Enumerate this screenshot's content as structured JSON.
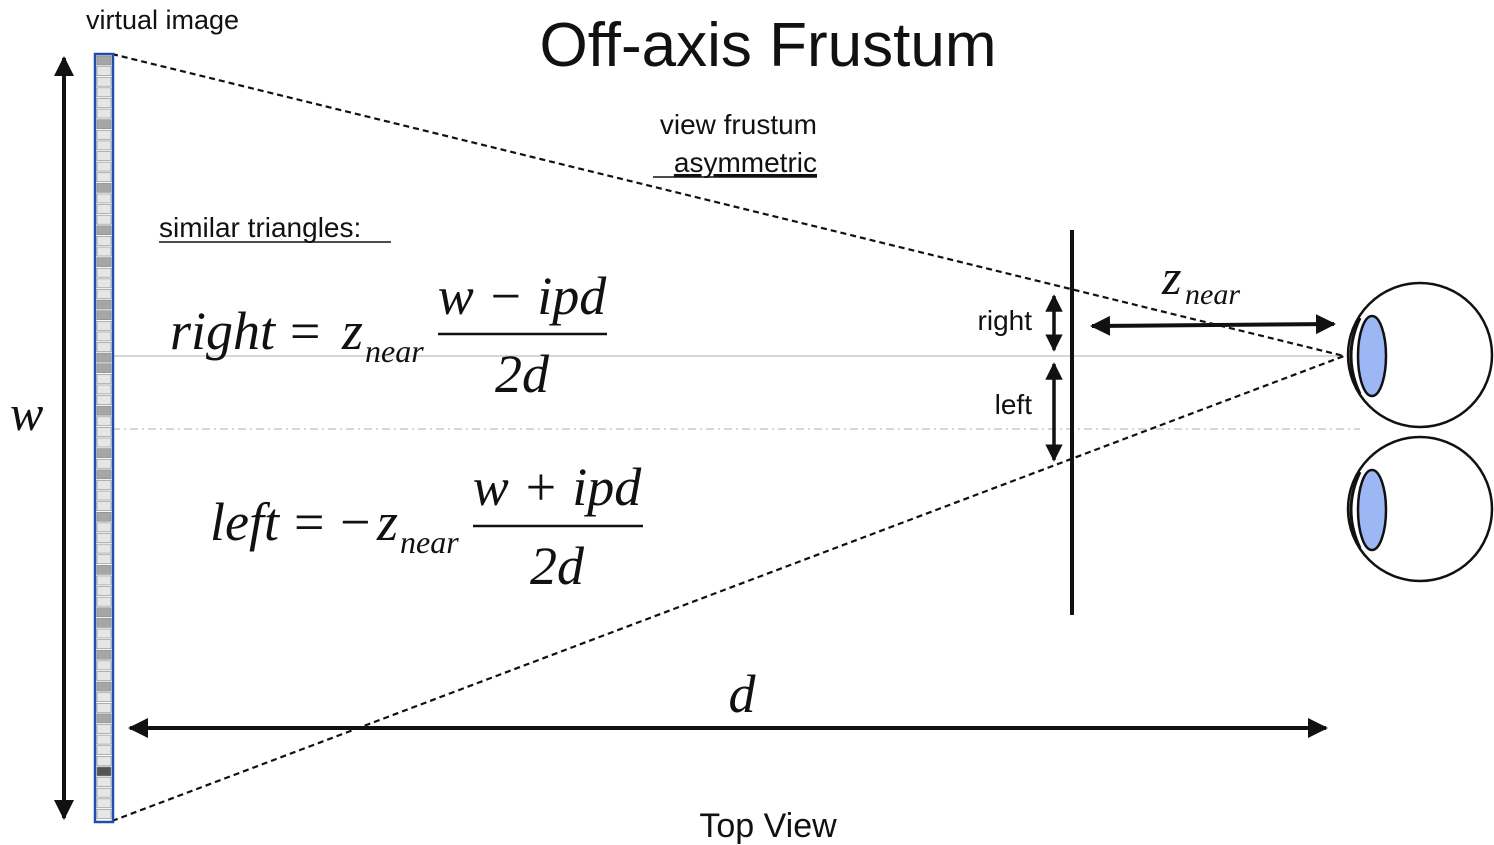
{
  "title": "Off-axis Frustum",
  "labels": {
    "virtual_image": "virtual image",
    "view_frustum": "view frustum",
    "asymmetric": "asymmetric",
    "similar_triangles": "similar triangles:",
    "right": "right",
    "left": "left",
    "top_view": "Top View",
    "w": "w",
    "d": "d",
    "z": "z",
    "near": "near"
  },
  "equations": {
    "right": {
      "lhs": "right",
      "equals": "=",
      "minus_sign": "",
      "z": "z",
      "sub": "near",
      "numerator": "w − ipd",
      "denominator": "2d"
    },
    "left": {
      "lhs": "left",
      "equals": "=",
      "minus_sign": "−",
      "z": "z",
      "sub": "near",
      "numerator": "w + ipd",
      "denominator": "2d"
    }
  },
  "colors": {
    "line": "#111111",
    "image_border": "#1f4fa8",
    "pupil": "#9db7f5",
    "axis": "#bbbbbb",
    "pixel_light": "#e6e6e6",
    "pixel_mid": "#a6a6a6",
    "pixel_dark": "#555555"
  },
  "pixel_strip_shades": [
    "mid",
    "light",
    "light",
    "light",
    "light",
    "light",
    "mid",
    "light",
    "light",
    "light",
    "light",
    "light",
    "mid",
    "light",
    "light",
    "light",
    "mid",
    "light",
    "light",
    "mid",
    "light",
    "light",
    "light",
    "mid",
    "mid",
    "light",
    "light",
    "light",
    "mid",
    "mid",
    "light",
    "light",
    "light",
    "mid",
    "light",
    "light",
    "light",
    "mid",
    "light",
    "mid",
    "light",
    "light",
    "light",
    "mid",
    "light",
    "light",
    "light",
    "light",
    "mid",
    "light",
    "light",
    "light",
    "mid",
    "mid",
    "light",
    "light",
    "mid",
    "light",
    "light",
    "mid",
    "light",
    "light",
    "mid",
    "light",
    "light",
    "light",
    "light",
    "dark",
    "light",
    "light",
    "light",
    "light"
  ]
}
